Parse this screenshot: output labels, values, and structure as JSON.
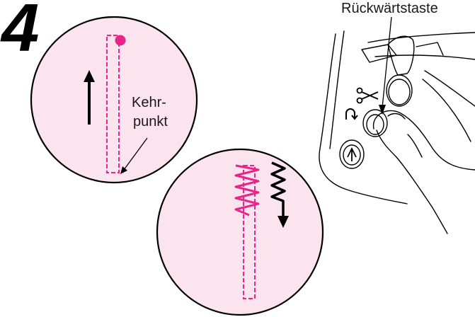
{
  "step": {
    "number": "4"
  },
  "labels": {
    "reverse_button": "Rückwärtstaste",
    "turning_point_line1": "Kehr-",
    "turning_point_line2": "punkt"
  },
  "colors": {
    "circle_fill": "#fbe4ee",
    "stitch": "#e8258a",
    "line": "#000000"
  },
  "icons": {
    "scissors": "scissors-icon",
    "reverse": "reverse-stitch-icon",
    "start_stop": "start-stop-icon"
  }
}
